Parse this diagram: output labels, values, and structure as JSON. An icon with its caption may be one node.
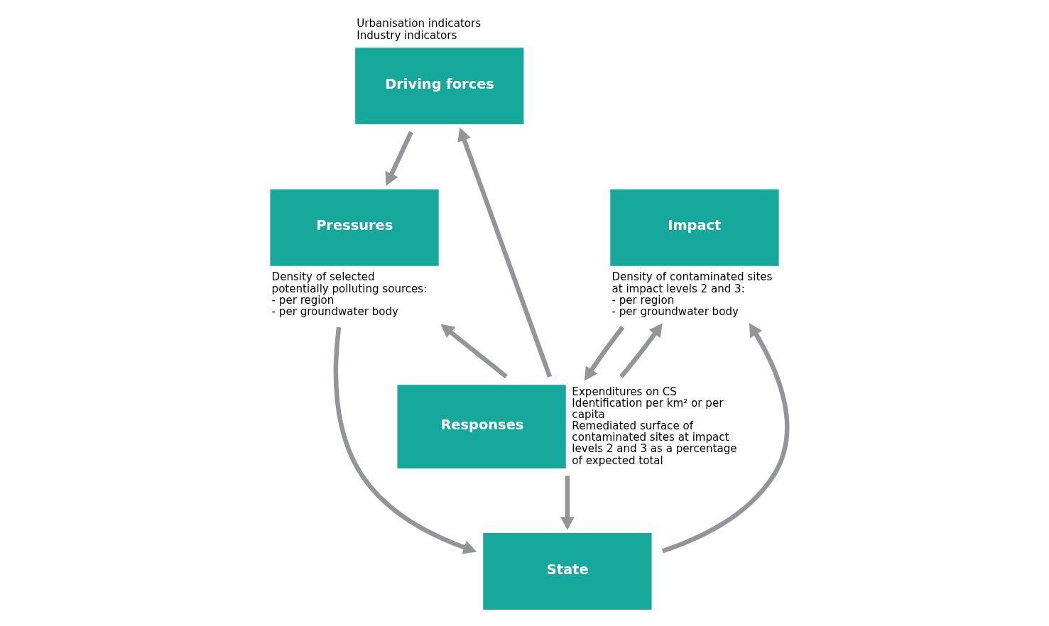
{
  "diagram": {
    "nodes": [
      {
        "text": [
          "Driving forces"
        ],
        "beside": [
          "Urbanisation indicators",
          "Industry indicators"
        ]
      },
      {
        "text": [
          "Responses"
        ],
        "beside": [
          "Expenditures on CS Identification per km² or per capita",
          "Remediated surface of contaminated sites at impact levels 2 and 3 as a percentage of expected total"
        ]
      },
      {
        "text": [
          "Pressures"
        ],
        "beside": [
          "Density of selected potentially polluting sources:",
          "- per region",
          "- per groundwater body"
        ]
      },
      {
        "text": [
          "Impact"
        ],
        "beside": [
          "Density of contaminated sites at impact levels 2 and 3:",
          "- per region",
          "- per groundwater body"
        ]
      },
      {
        "text": [
          "State"
        ]
      }
    ],
    "edges": [
      {
        "from": 1,
        "to": 0,
        "arrow": "to"
      },
      {
        "from": 0,
        "to": 2,
        "arrow": "to"
      },
      {
        "from": 1,
        "to": 2,
        "arrow": "to"
      },
      {
        "from": 1,
        "to": 4,
        "arrow": "to"
      },
      {
        "from": 1,
        "to": 3,
        "arrow": "to"
      },
      {
        "from": 3,
        "to": 1,
        "arrow": "to"
      },
      {
        "from": 2,
        "to": 4,
        "arrow": "to"
      },
      {
        "from": 4,
        "to": 3,
        "arrow": "to"
      }
    ]
  }
}
